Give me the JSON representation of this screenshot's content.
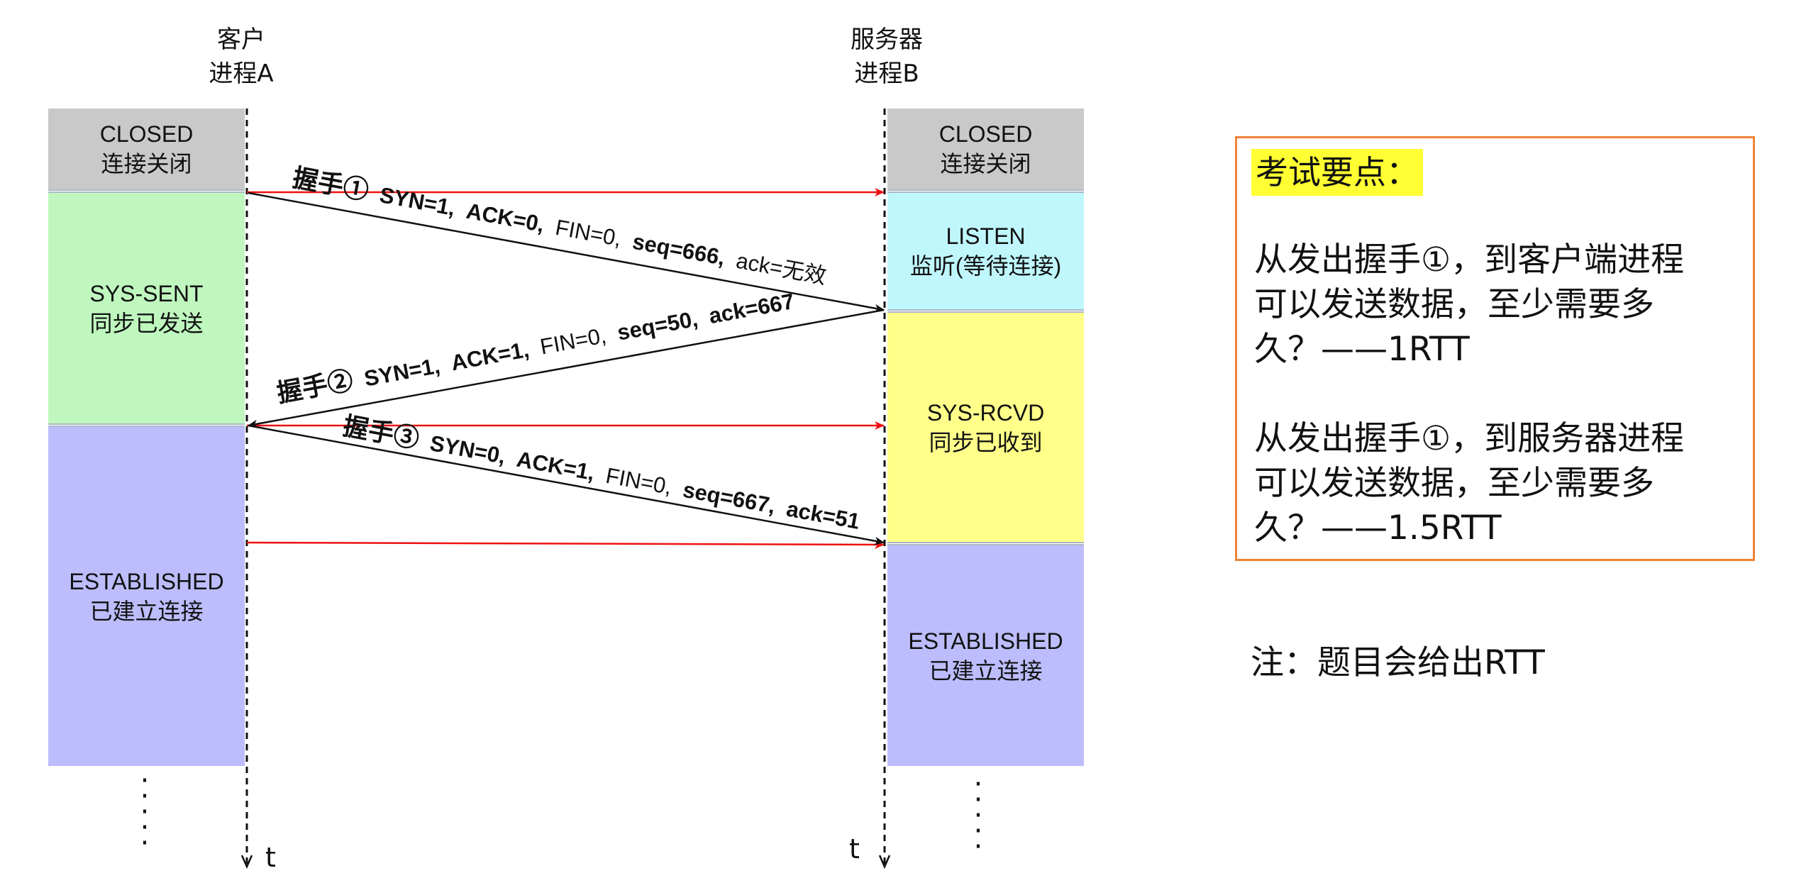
{
  "process_a": {
    "line1": "客户",
    "line2": "进程A",
    "time_label": "t"
  },
  "process_b": {
    "line1": "服务器",
    "line2": "进程B",
    "time_label": "t"
  },
  "client_states": [
    {
      "name": "CLOSED",
      "desc": "连接关闭",
      "color": "#c9c9c9"
    },
    {
      "name": "SYS-SENT",
      "desc": "同步已发送",
      "color": "#bff7bf"
    },
    {
      "name": "ESTABLISHED",
      "desc": "已建立连接",
      "color": "#bdbdfd"
    }
  ],
  "server_states": [
    {
      "name": "CLOSED",
      "desc": "连接关闭",
      "color": "#c9c9c9"
    },
    {
      "name": "LISTEN",
      "desc": "监听(等待连接)",
      "color": "#bff7fd"
    },
    {
      "name": "SYS-RCVD",
      "desc": "同步已收到",
      "color": "#ffff8a"
    },
    {
      "name": "ESTABLISHED",
      "desc": "已建立连接",
      "color": "#bdbdfd"
    }
  ],
  "handshakes": [
    {
      "label": "握手①",
      "syn": "SYN=1,",
      "ack": "ACK=0,",
      "fin": "FIN=0,",
      "seq": "seq=666,",
      "ack_num": "ack=无效"
    },
    {
      "label": "握手②",
      "syn": "SYN=1,",
      "ack": "ACK=1,",
      "fin": "FIN=0,",
      "seq": "seq=50,",
      "ack_num": "ack=667"
    },
    {
      "label": "握手③",
      "syn": "SYN=0,",
      "ack": "ACK=1,",
      "fin": "FIN=0,",
      "seq": "seq=667,",
      "ack_num": "ack=51"
    }
  ],
  "exam_box": {
    "title": "考试要点：",
    "q1": "从发出握手①，到客户端进程\n可以发送数据，至少需要多\n久？——1RTT",
    "q2": "从发出握手①，到服务器进程\n可以发送数据，至少需要多\n久？——1.5RTT"
  },
  "note": "注：题目会给出RTT",
  "colors": {
    "arrow_black": "#111111",
    "arrow_red": "#ee1111",
    "box_border": "#ee8336",
    "highlight": "#ffff33"
  }
}
